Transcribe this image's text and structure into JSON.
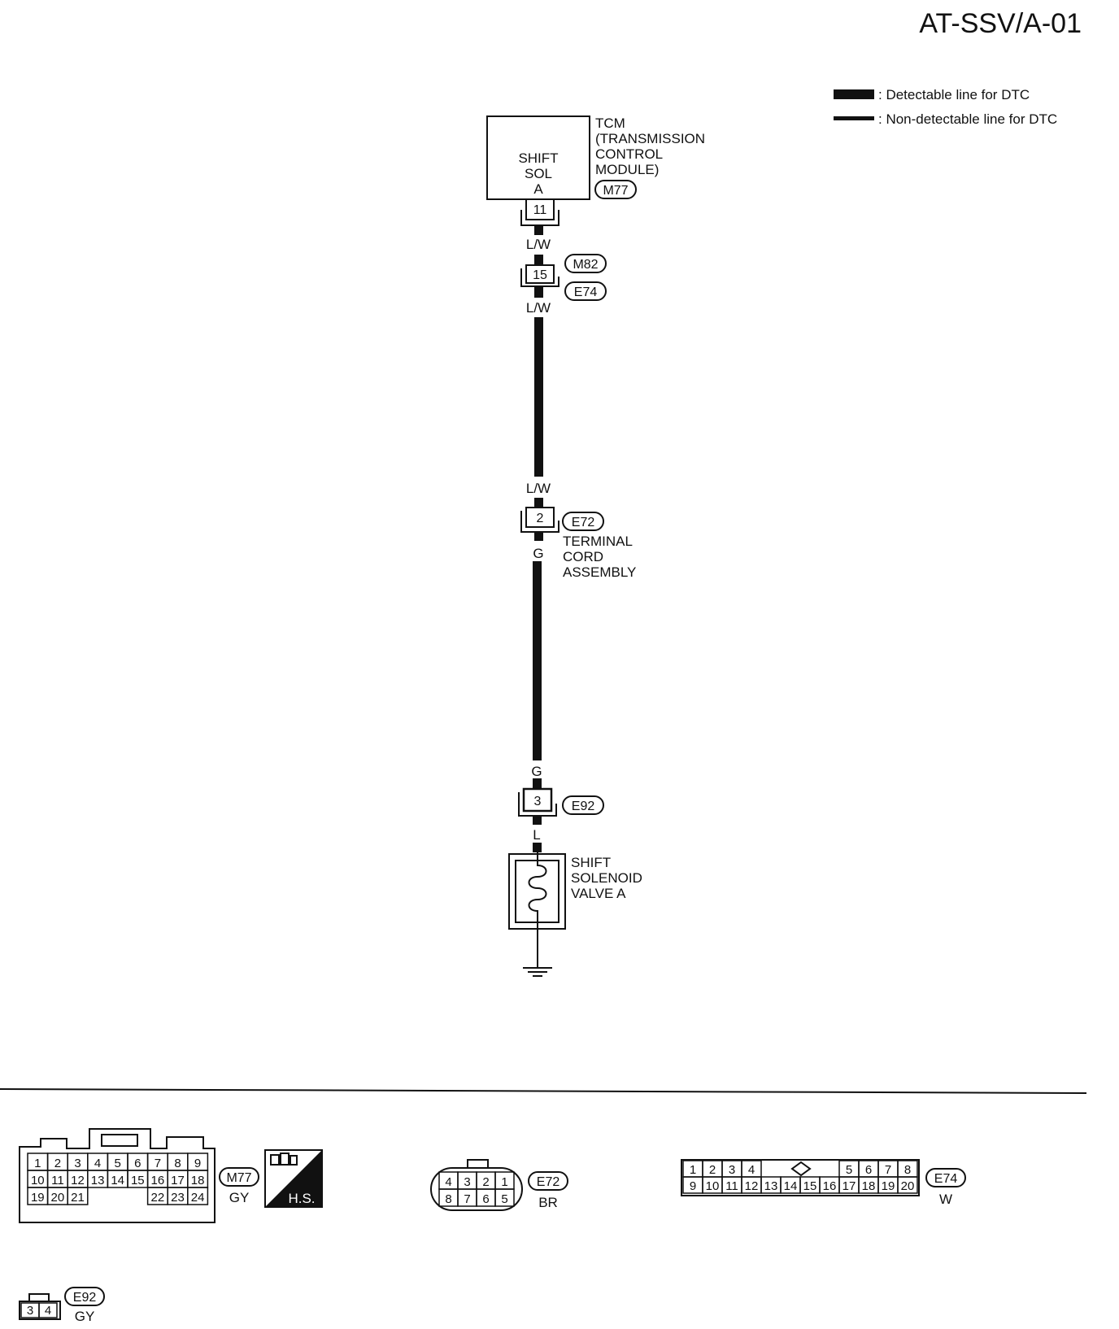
{
  "page": {
    "code": "AT-SSV/A-01"
  },
  "legend": {
    "detectable": ": Detectable line for DTC",
    "non_detectable": ": Non-detectable line for DTC"
  },
  "tcm": {
    "box_lines": [
      "SHIFT",
      "SOL",
      "A"
    ],
    "label_lines": [
      "TCM",
      "(TRANSMISSION",
      "CONTROL",
      "MODULE)"
    ],
    "connector": "M77",
    "terminal": "11"
  },
  "wires": {
    "tcm_to_m82": "L/W",
    "e74_out": "L/W",
    "to_e72": "L/W",
    "e72_out": "G",
    "to_e92": "G",
    "e92_out": "L"
  },
  "junction_m82_e74": {
    "terminal": "15",
    "connector_top": "M82",
    "connector_bottom": "E74"
  },
  "terminal_cord": {
    "terminal": "2",
    "connector": "E72",
    "label_lines": [
      "TERMINAL",
      "CORD",
      "ASSEMBLY"
    ]
  },
  "valve_connector": {
    "terminal": "3",
    "connector": "E92"
  },
  "solenoid": {
    "label_lines": [
      "SHIFT",
      "SOLENOID",
      "VALVE A"
    ]
  },
  "connector_views": {
    "m77": {
      "id": "M77",
      "color": "GY",
      "badge": "H.S.",
      "rows": [
        [
          "1",
          "2",
          "3",
          "4",
          "5",
          "6",
          "7",
          "8",
          "9"
        ],
        [
          "10",
          "11",
          "12",
          "13",
          "14",
          "15",
          "16",
          "17",
          "18"
        ],
        [
          "19",
          "20",
          "21",
          "22",
          "23",
          "24"
        ]
      ]
    },
    "e72": {
      "id": "E72",
      "color": "BR",
      "top": [
        "4",
        "3",
        "2",
        "1"
      ],
      "bottom": [
        "8",
        "7",
        "6",
        "5"
      ]
    },
    "e74": {
      "id": "E74",
      "color": "W",
      "top_left": [
        "1",
        "2",
        "3",
        "4"
      ],
      "top_right": [
        "5",
        "6",
        "7",
        "8"
      ],
      "bottom": [
        "9",
        "10",
        "11",
        "12",
        "13",
        "14",
        "15",
        "16",
        "17",
        "18",
        "19",
        "20"
      ]
    },
    "e92": {
      "id": "E92",
      "color": "GY",
      "pins": [
        "3",
        "4"
      ]
    }
  }
}
